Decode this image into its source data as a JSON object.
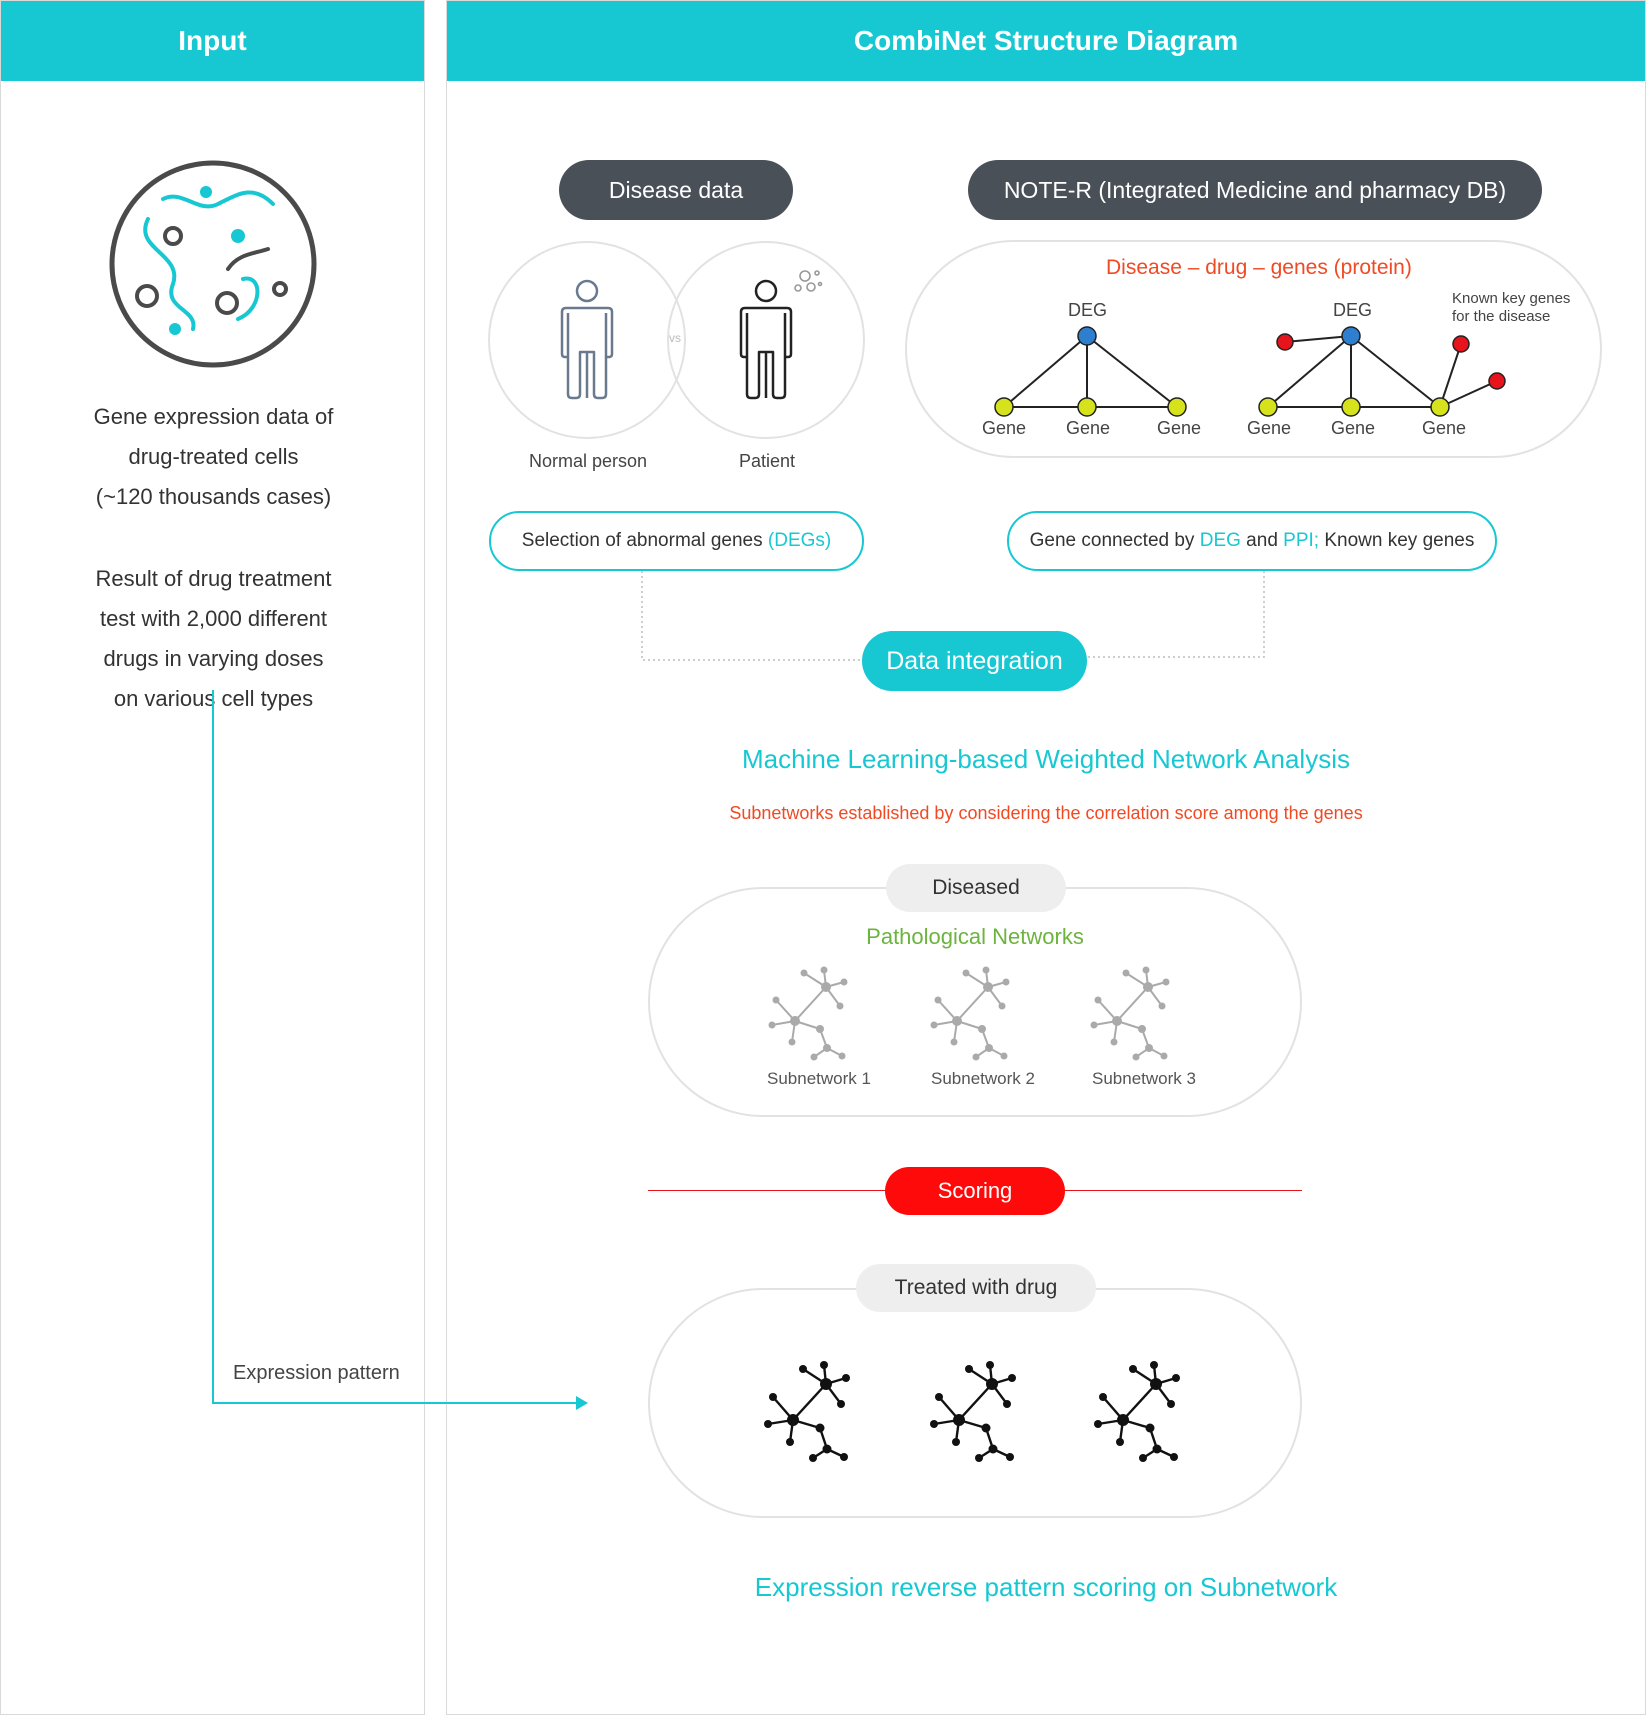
{
  "input_panel": {
    "header": "Input",
    "desc1": [
      "Gene expression data of",
      "drug-treated cells",
      "(~120 thousands cases)"
    ],
    "desc2": [
      "Result of drug treatment",
      "test with 2,000 different",
      "drugs in varying doses",
      "on various cell types"
    ],
    "arrow_label": "Expression pattern"
  },
  "main_panel": {
    "header": "CombiNet Structure Diagram",
    "disease_data": "Disease data",
    "noter": "NOTE-R (Integrated Medicine and pharmacy DB)",
    "normal_person": "Normal person",
    "patient": "Patient",
    "vs": "vs",
    "ddg_title": "Disease – drug – genes (protein)",
    "deg": "DEG",
    "gene": "Gene",
    "known_key_1": "Known key genes",
    "known_key_2": "for the disease",
    "selection_pre": "Selection of abnormal genes ",
    "selection_hl": "(DEGs)",
    "conn_pre": "Gene connected by ",
    "conn_deg": "DEG",
    "conn_and": " and ",
    "conn_ppi": "PPI;",
    "conn_post": " Known key genes",
    "data_integration": "Data integration",
    "ml_title": "Machine Learning-based Weighted Network Analysis",
    "ml_sub": "Subnetworks established by considering the correlation score among the genes",
    "diseased": "Diseased",
    "pathological": "Pathological Networks",
    "subnetworks": [
      "Subnetwork 1",
      "Subnetwork 2",
      "Subnetwork 3"
    ],
    "scoring": "Scoring",
    "treated": "Treated with drug",
    "bottom_title": "Expression reverse pattern scoring on Subnetwork"
  },
  "colors": {
    "accent": "#17c8d2",
    "dark_pill": "#4a5058",
    "red_text": "#f04a24",
    "scoring_red": "#ff0a0a",
    "green": "#6db33f",
    "deg_node": "#2f7fd0",
    "gene_node": "#d6e21b",
    "key_node": "#e8141c"
  }
}
